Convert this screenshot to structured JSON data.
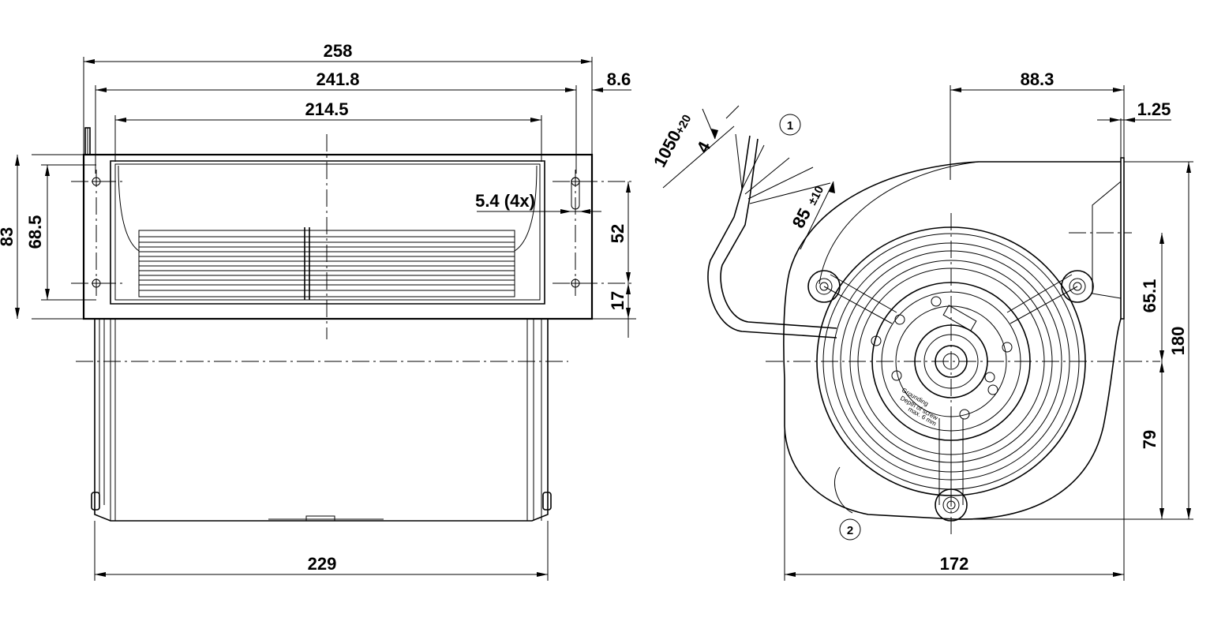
{
  "front_view": {
    "dims": {
      "overall_width": "258",
      "hole_spacing": "241.8",
      "inner_width": "214.5",
      "flange_offset": "8.6",
      "hole_diameter": "5.4 (4x)",
      "overall_height": "83",
      "hole_vertical": "68.5",
      "flange_height": "52",
      "bottom_offset": "17",
      "wheel_width": "229"
    }
  },
  "side_view": {
    "dims": {
      "center_offset": "88.3",
      "flange_thickness": "1.25",
      "cable_length": "1050",
      "cable_length_tol": "+20",
      "strip_length": "4",
      "wire_length": "85",
      "wire_length_tol": "±10",
      "upper_height": "65.1",
      "total_height": "180",
      "lower_height": "79",
      "overall_width": "172"
    },
    "callouts": {
      "cable": "1",
      "rotation_label": "2"
    },
    "labels": {
      "rating_line1": "Grounding",
      "rating_line2": "Depth of screw",
      "rating_line3": "max. 6 mm"
    }
  }
}
